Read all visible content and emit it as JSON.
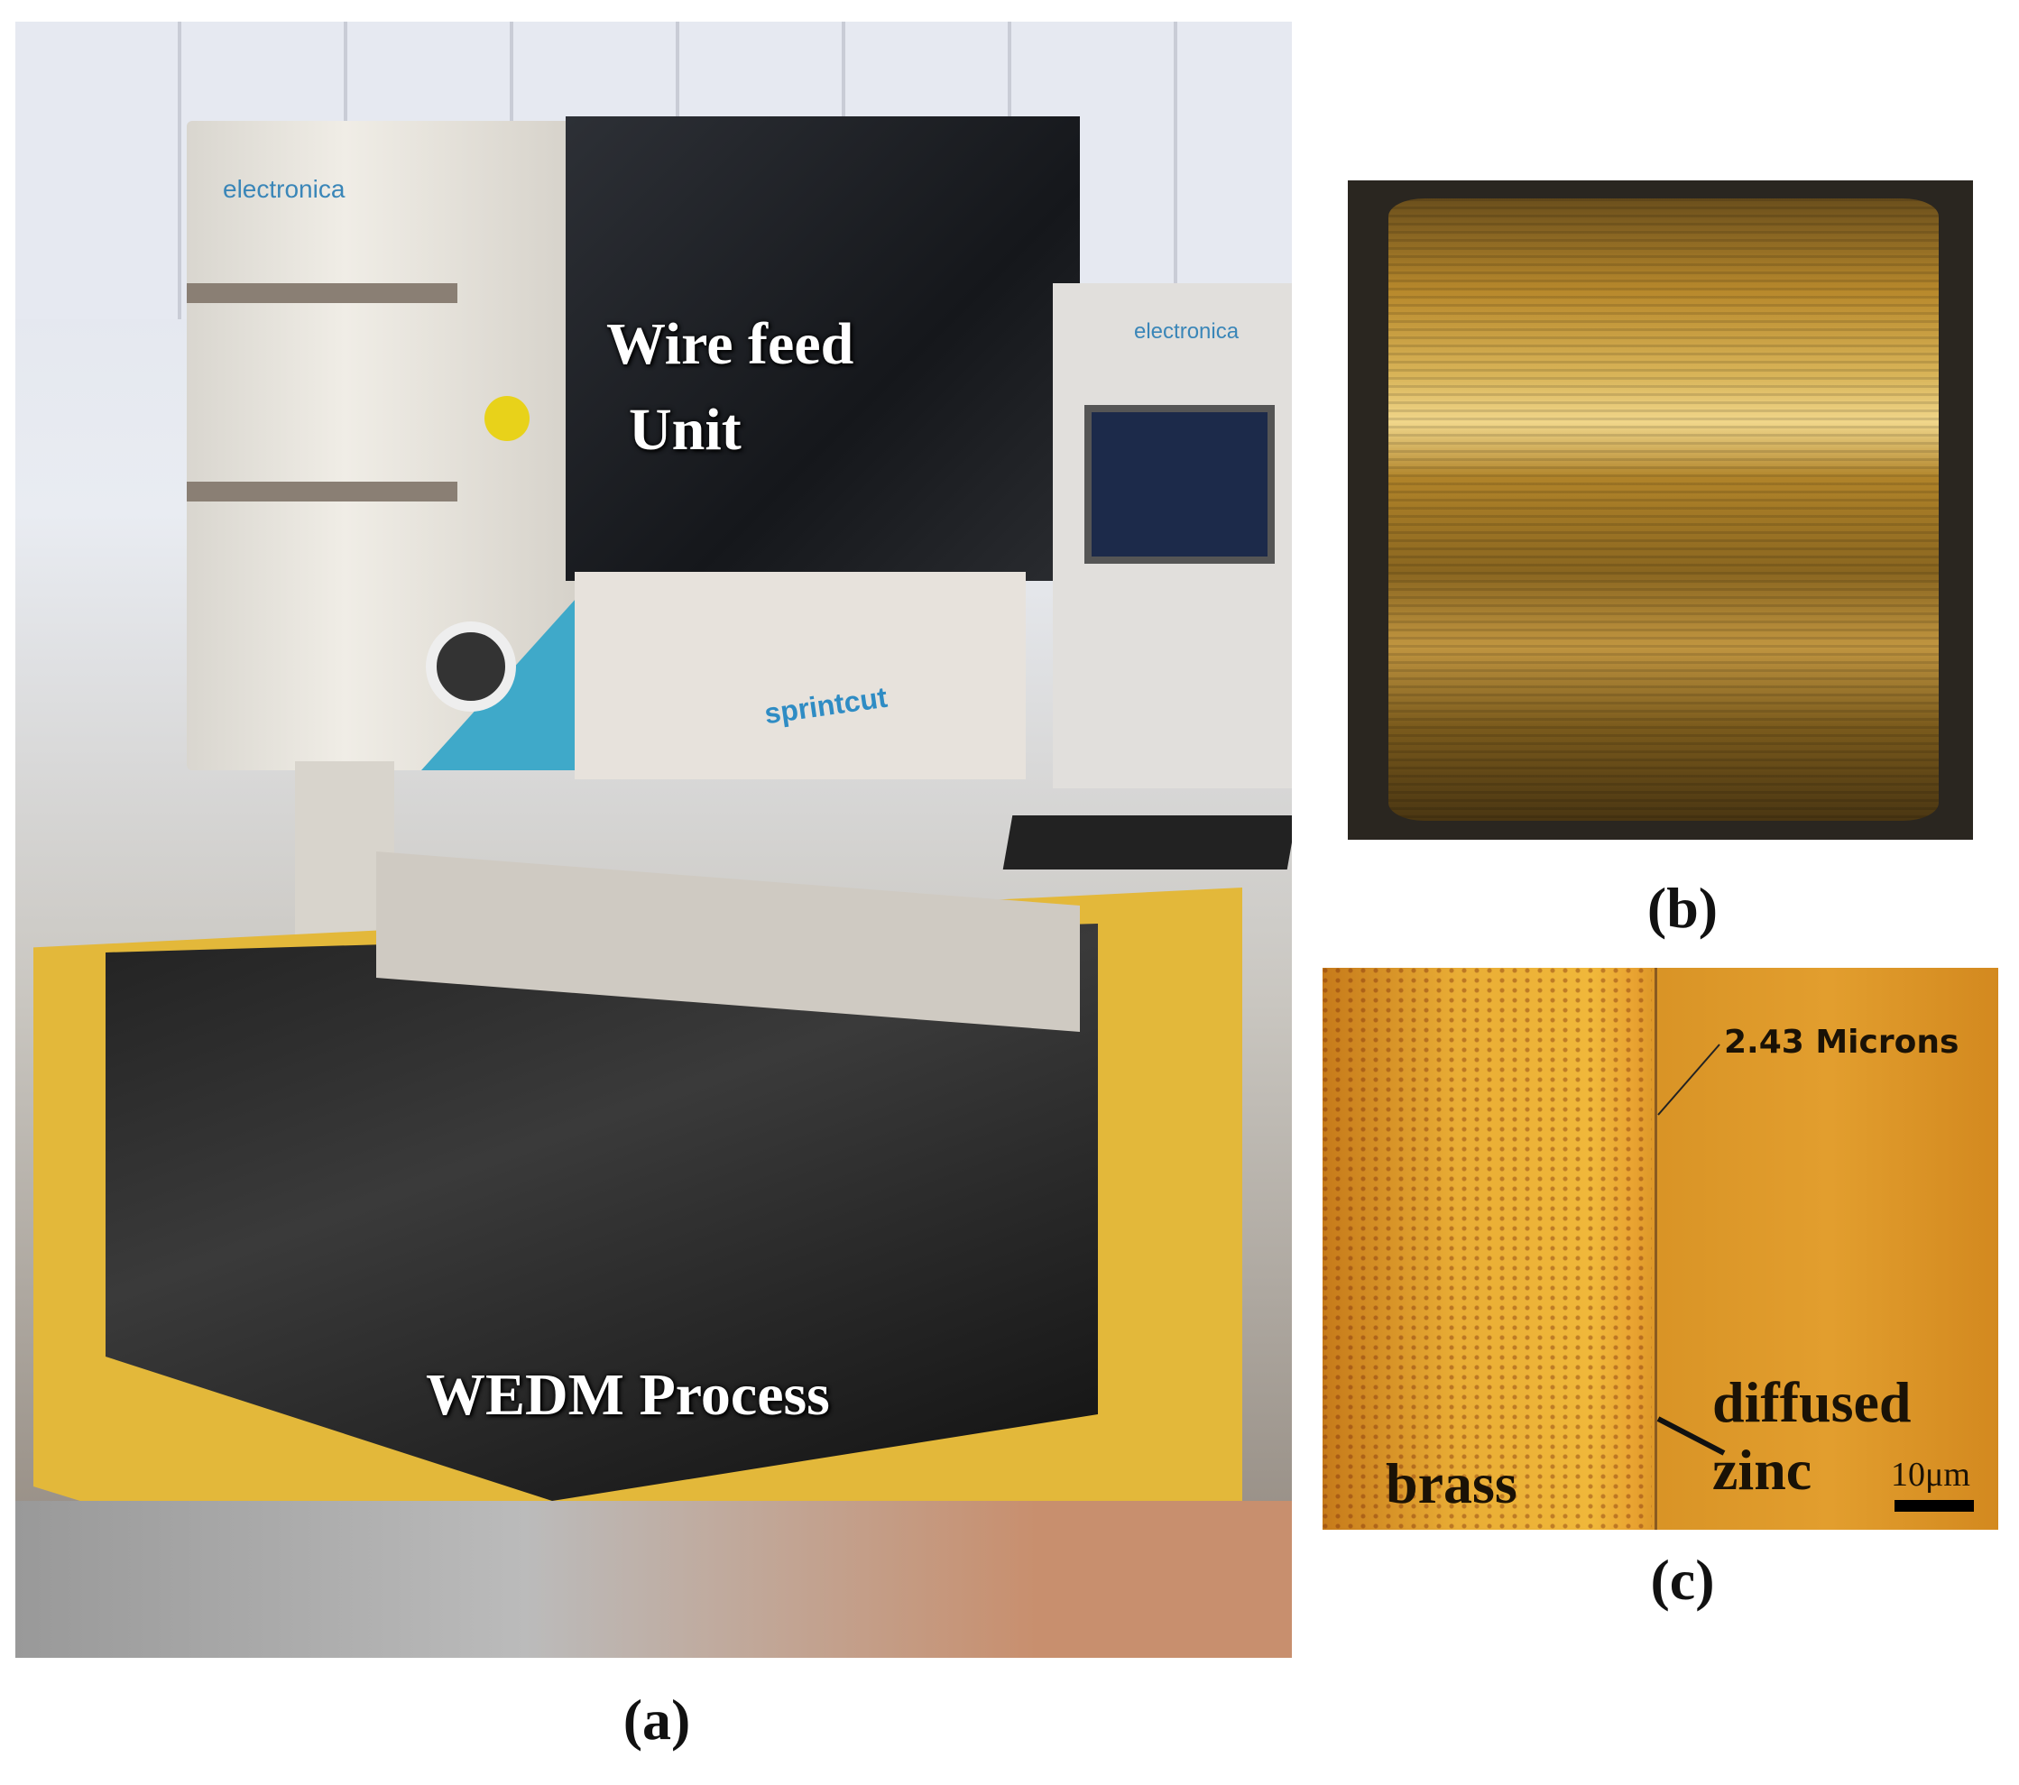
{
  "figure": {
    "panel_a": {
      "caption": "(a)",
      "labels": {
        "wire_feed": "Wire feed",
        "unit": "Unit",
        "process": "WEDM Process"
      },
      "logo_text": [
        "electronica",
        "sprintcut"
      ]
    },
    "panel_b": {
      "caption": "(b)"
    },
    "panel_c": {
      "caption": "(c)",
      "labels": {
        "thickness": "2.43 Microns",
        "diffused": "diffused",
        "zinc": "zinc",
        "brass": "brass",
        "scale_bar": "10μm"
      }
    }
  },
  "colors": {
    "brass": "#e9ad35",
    "wire": "#b8892c",
    "machine_body": "#e8e4dc",
    "tray": "#e3b83a"
  }
}
